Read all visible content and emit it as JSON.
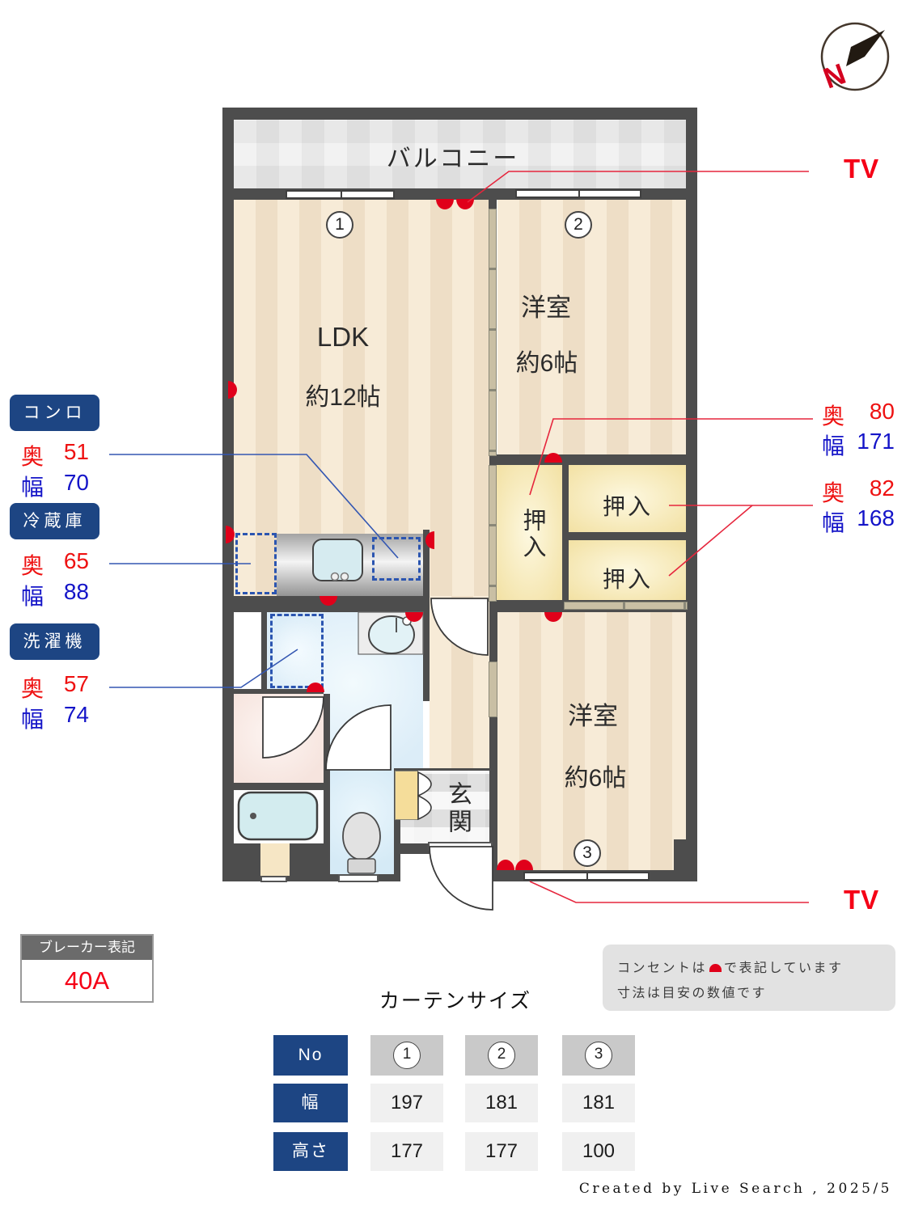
{
  "compass": {
    "letter": "N"
  },
  "plan": {
    "balcony": "バルコニー",
    "ldk": {
      "no": "1",
      "name": "LDK",
      "size": "約12帖"
    },
    "bedroom2": {
      "no": "2",
      "name": "洋室",
      "size": "約6帖"
    },
    "bedroom3": {
      "no": "3",
      "name": "洋室",
      "size": "約6帖"
    },
    "closet_left": "押入",
    "closet_top": "押入",
    "closet_bottom": "押入",
    "entrance": "玄関",
    "tv_top": "TV",
    "tv_bottom": "TV"
  },
  "specs": {
    "stove": {
      "title": "コンロ",
      "depth_label": "奥",
      "depth": "51",
      "width_label": "幅",
      "width": "70"
    },
    "fridge": {
      "title": "冷蔵庫",
      "depth_label": "奥",
      "depth": "65",
      "width_label": "幅",
      "width": "88"
    },
    "washer": {
      "title": "洗濯機",
      "depth_label": "奥",
      "depth": "57",
      "width_label": "幅",
      "width": "74"
    },
    "closet1": {
      "depth_label": "奥",
      "depth": "80",
      "width_label": "幅",
      "width": "171"
    },
    "closet2": {
      "depth_label": "奥",
      "depth": "82",
      "width_label": "幅",
      "width": "168"
    }
  },
  "breaker": {
    "title": "ブレーカー表記",
    "value": "40A"
  },
  "note": {
    "line1_before": "コンセントは",
    "line1_after": "で表記しています",
    "line2": "寸法は目安の数値です"
  },
  "curtain": {
    "title": "カーテンサイズ",
    "no_label": "No",
    "width_label": "幅",
    "height_label": "高さ",
    "nos": [
      "1",
      "2",
      "3"
    ],
    "widths": [
      "197",
      "181",
      "181"
    ],
    "heights": [
      "177",
      "177",
      "100"
    ]
  },
  "credit": "Created by Live Search , 2025/5"
}
